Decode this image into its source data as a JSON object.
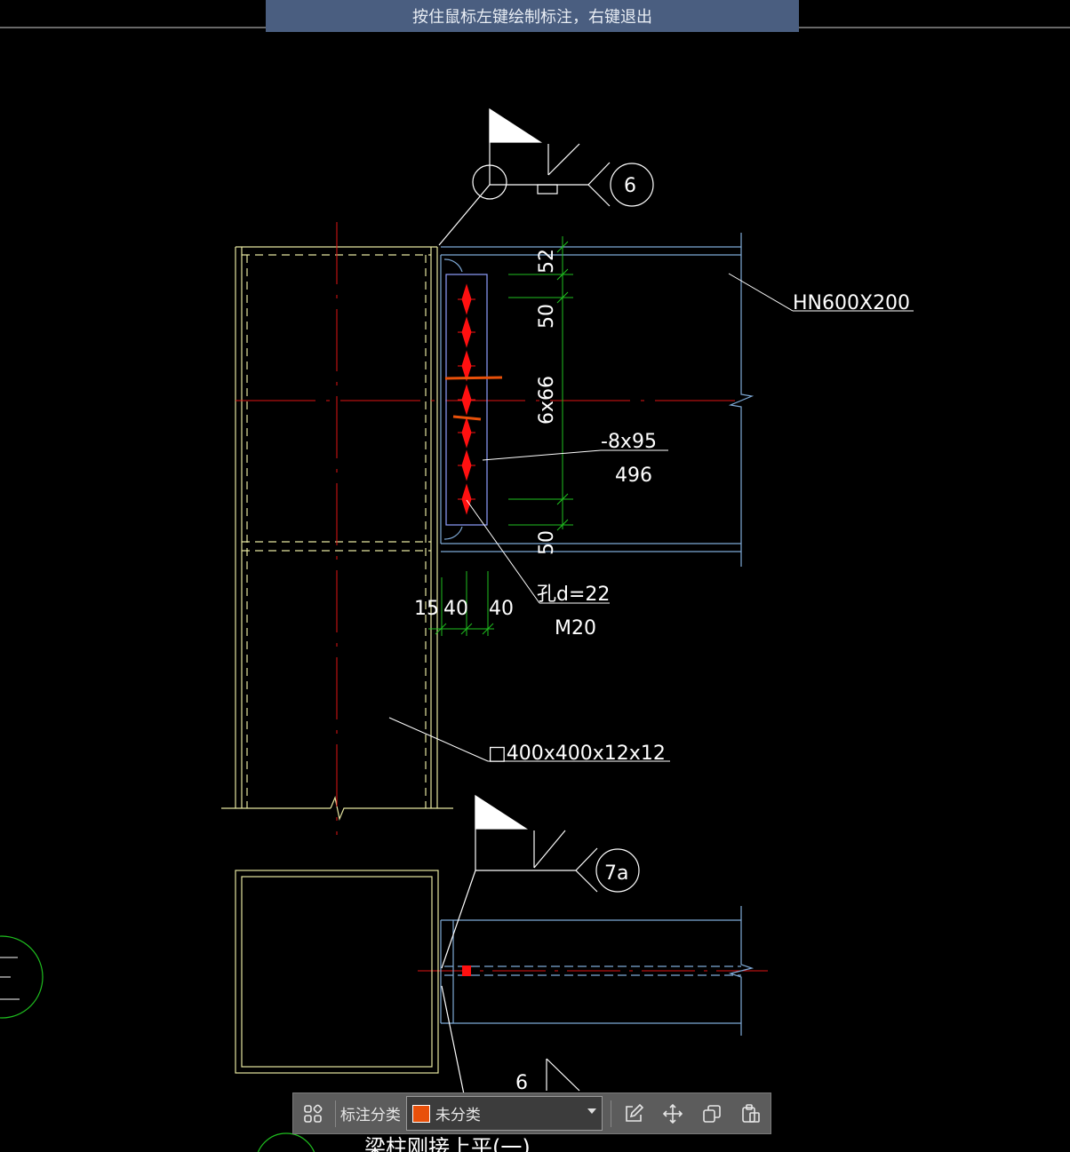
{
  "hint": {
    "text": "按住鼠标左键绘制标注，右键退出"
  },
  "toolbar": {
    "grid_icon": "grid-icon",
    "category_label": "标注分类",
    "category_value": "未分类",
    "category_color": "#e8500a",
    "tools": [
      "edit-icon",
      "move-icon",
      "copy-icon",
      "paste-icon"
    ]
  },
  "drawing": {
    "weld_symbol_1": "6",
    "weld_symbol_2": "7a",
    "beam_label": "HN600X200",
    "dim_top": "52",
    "dim_second": "50",
    "dim_middle": "6x66",
    "dim_bottom": "50",
    "plate_label": "-8x95",
    "plate_length": "496",
    "hole_label": "孔d=22",
    "bolt_label": "M20",
    "dim_h1": "15",
    "dim_h2": "40",
    "dim_h3": "40",
    "column_label": "□400x400x12x12",
    "weld_bottom_size": "6",
    "cropped_text": "梁柱刚接上平(一)",
    "colors": {
      "column": "#e6e6a0",
      "beam": "#7ea9d6",
      "dimension": "#1fbf1f",
      "centerline": "#e01515",
      "bolt": "#ff1010",
      "annotation": "#ffffff",
      "markup": "#e8500a"
    }
  }
}
